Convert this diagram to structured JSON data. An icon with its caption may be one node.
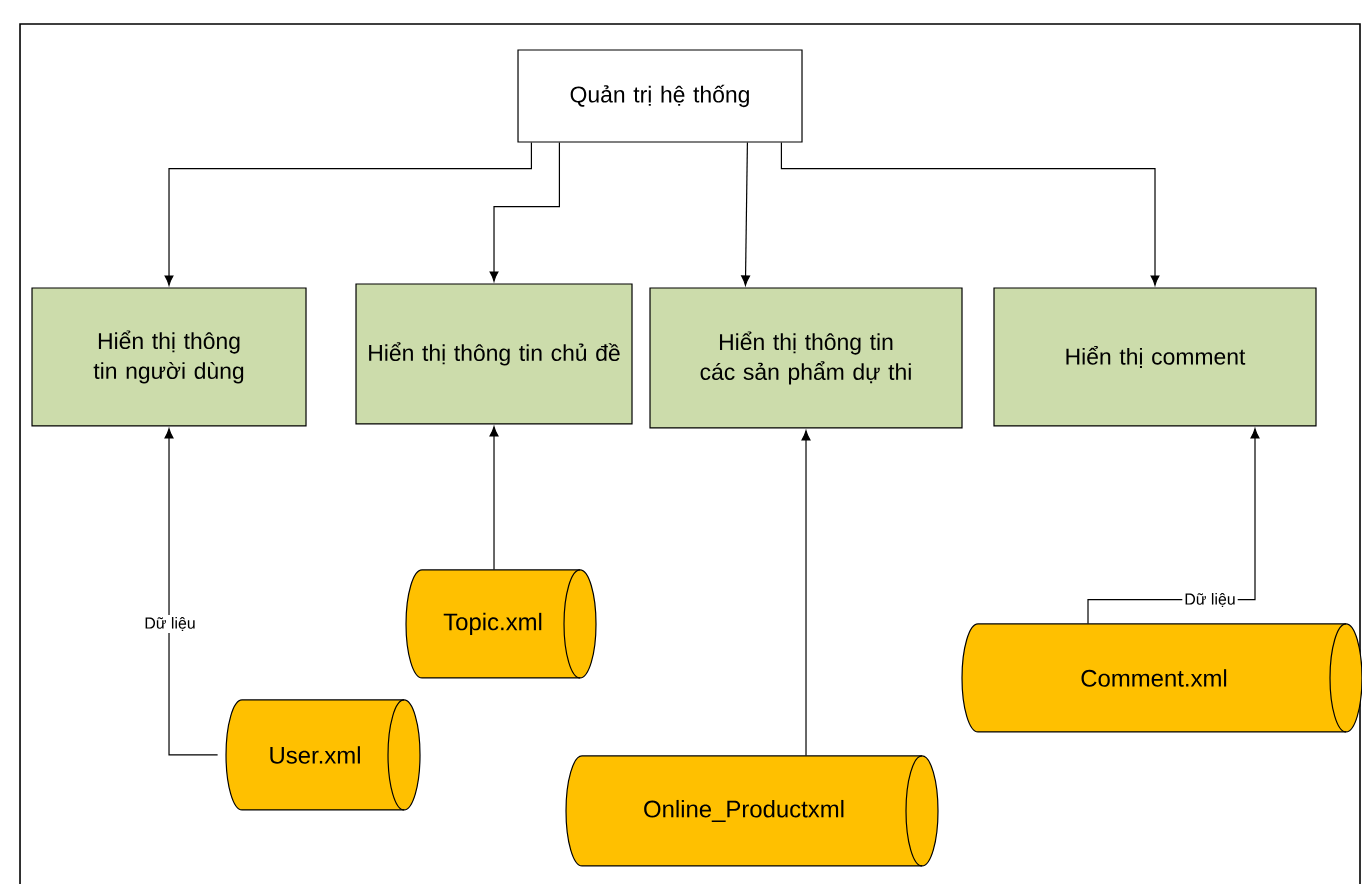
{
  "diagram": {
    "nodes": [
      {
        "text": [
          "Quản trị hệ thống"
        ]
      },
      {
        "text": [
          "Hiển thị thông tin người dùng"
        ]
      },
      {
        "text": [
          "Hiển thị thông tin chủ đề"
        ]
      },
      {
        "text": [
          "Hiển thị thông tin các sản phẩm dự thi"
        ]
      },
      {
        "text": [
          "Hiển thị comment"
        ]
      },
      {
        "text": [
          "Topic.xml"
        ]
      },
      {
        "text": [
          "User.xml"
        ]
      },
      {
        "text": [
          "Online_Productxml"
        ]
      },
      {
        "text": [
          "Comment.xml"
        ]
      }
    ],
    "edges": [
      {
        "from": 0,
        "to": 1,
        "arrow": "to"
      },
      {
        "from": 0,
        "to": 2,
        "arrow": "to"
      },
      {
        "from": 0,
        "to": 3,
        "arrow": "to"
      },
      {
        "from": 0,
        "to": 4,
        "arrow": "to"
      },
      {
        "from": 6,
        "to": 1,
        "arrow": "to",
        "label": "Dữ liệu"
      },
      {
        "from": 5,
        "to": 2,
        "arrow": "to"
      },
      {
        "from": 7,
        "to": 3,
        "arrow": "to"
      },
      {
        "from": 8,
        "to": 4,
        "arrow": "to",
        "label": "Dữ liệu"
      }
    ]
  }
}
